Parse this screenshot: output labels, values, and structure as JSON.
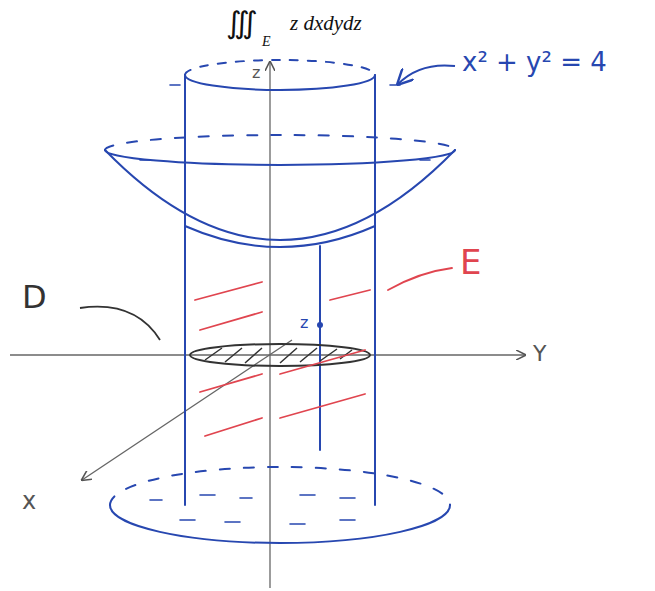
{
  "diagram": {
    "labels": [
      "∭",
      "E",
      "z dxdydz",
      "x² + y² = 4",
      "z",
      "E",
      "D",
      "z",
      "Y",
      "x"
    ]
  }
}
